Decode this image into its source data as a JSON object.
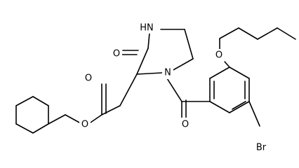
{
  "molecule": {
    "atom_labels": {
      "nh": "HN",
      "carbonyl_o_ring": "O",
      "ester_carbonyl_o": "O",
      "ester_o": "O",
      "n_ring": "N",
      "ether_o": "O",
      "amide_o": "O",
      "bromine": "Br"
    }
  }
}
